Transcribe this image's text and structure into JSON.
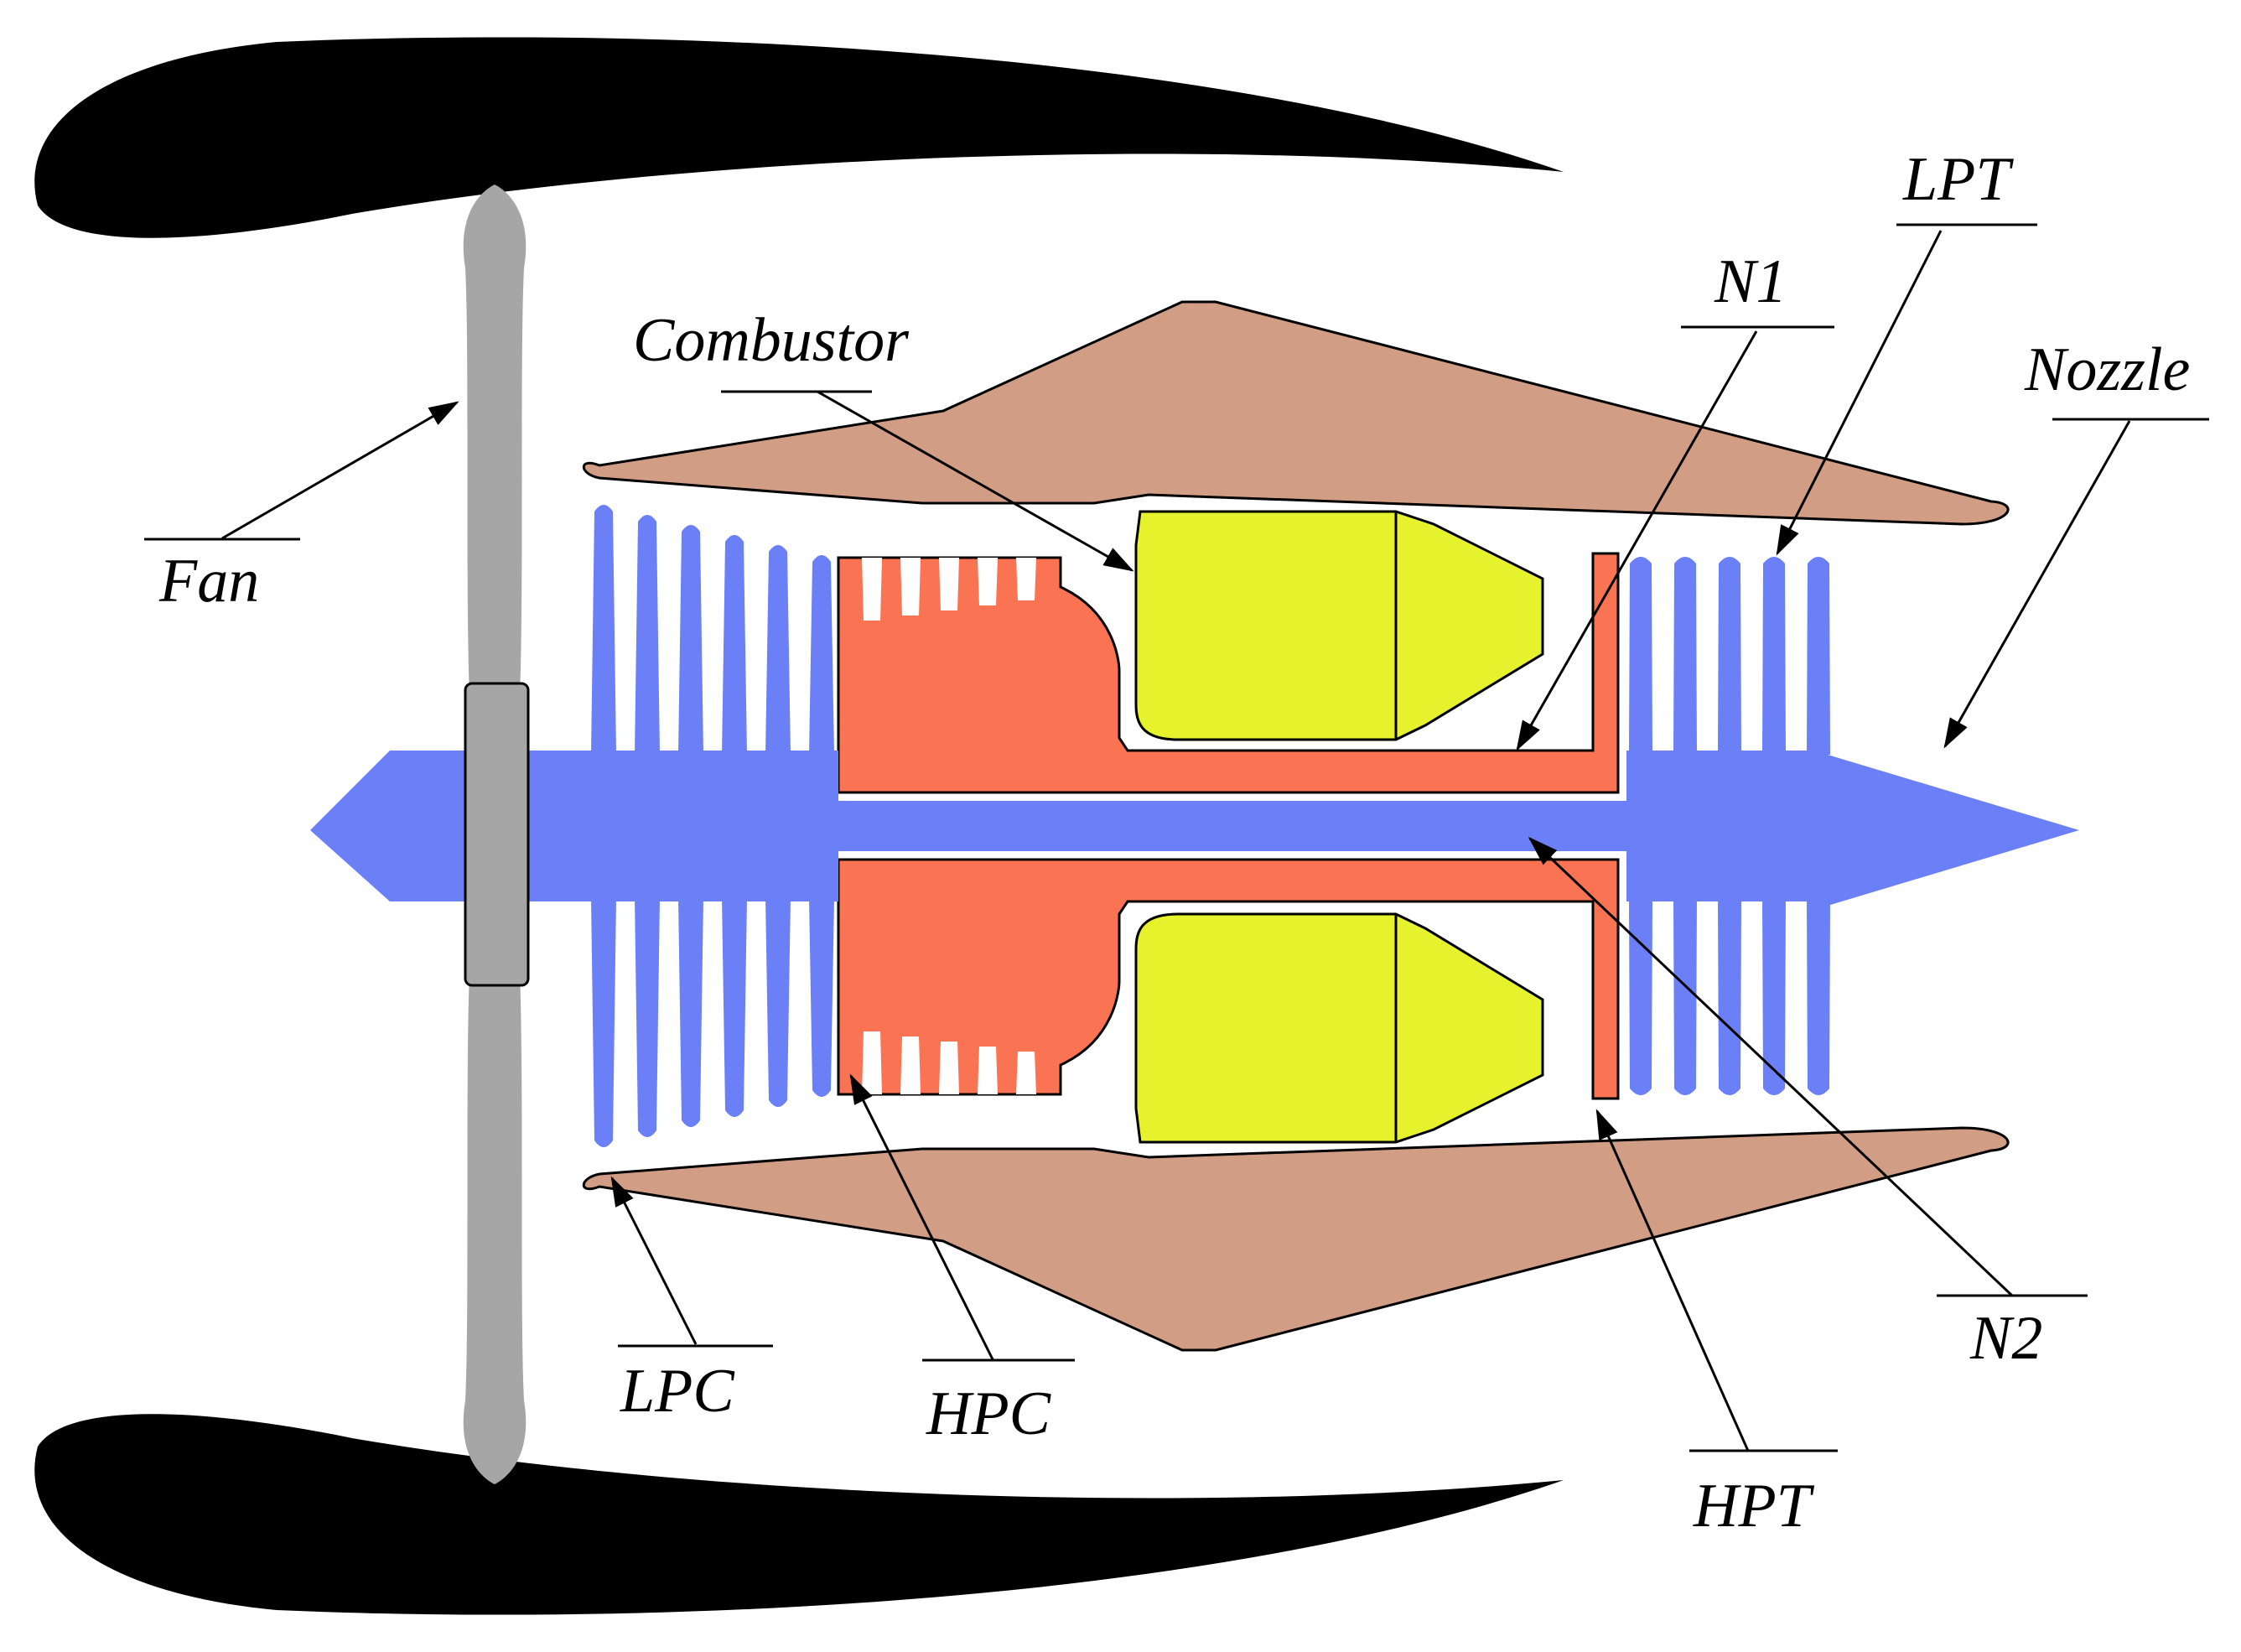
{
  "diagram": {
    "labels": {
      "fan": "Fan",
      "combustor": "Combustor",
      "n1": "N1",
      "lpt": "LPT",
      "nozzle": "Nozzle",
      "lpc": "LPC",
      "hpc": "HPC",
      "hpt": "HPT",
      "n2": "N2"
    },
    "colors": {
      "nacelle": "#000000",
      "fan_blade": "#a6a6a6",
      "low_spool": "#6b7ff7",
      "high_spool": "#fa7454",
      "combustor": "#e6f22c",
      "casing": "#d29d85",
      "background": "#ffffff"
    },
    "counts": {
      "lpc_blade_rows": 6,
      "hpc_blade_rows": 5,
      "lpt_blade_rows": 5
    }
  }
}
